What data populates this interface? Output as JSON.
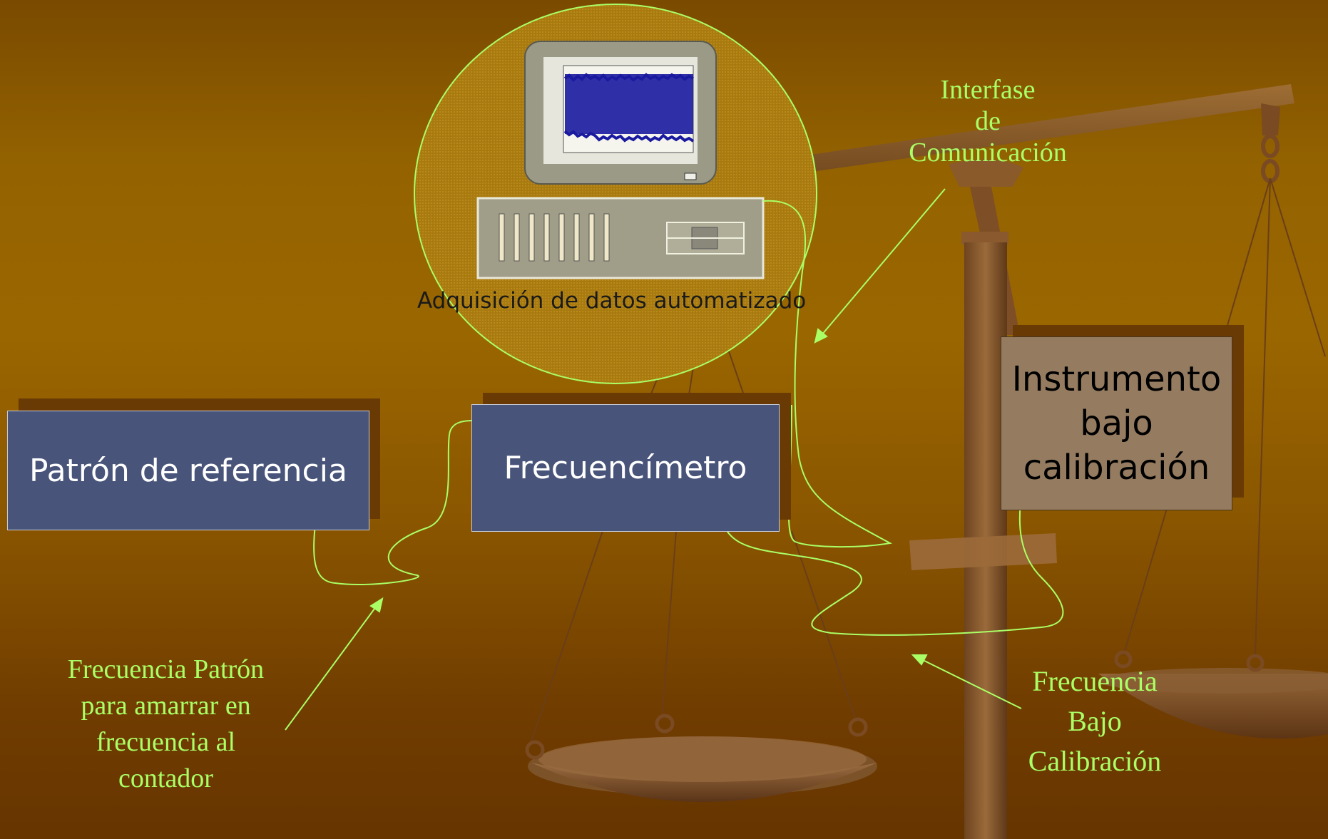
{
  "colors": {
    "background_top": "#7a4a00",
    "background_bottom": "#663500",
    "navy_box": "#485479",
    "tan_box": "#957c61",
    "connector_green": "#aaff66",
    "monitor_plot": "#1a1aa0"
  },
  "icons": [
    "balance-scale-icon",
    "computer-monitor-icon",
    "computer-case-icon"
  ],
  "boxes": {
    "reference_standard": "Patrón de referencia",
    "frequency_counter": "Frecuencímetro",
    "instrument_under_calibration": [
      "Instrumento",
      "bajo",
      "calibración"
    ]
  },
  "daq": {
    "caption": "Adquisición de datos automatizado"
  },
  "labels": {
    "interface": [
      "Interfase",
      "de",
      "Comunicación"
    ],
    "reference_frequency": [
      "Frecuencia Patrón",
      "para amarrar en",
      "frecuencia al",
      "contador"
    ],
    "frequency_under_calibration": [
      "Frecuencia",
      "Bajo",
      "Calibración"
    ]
  }
}
